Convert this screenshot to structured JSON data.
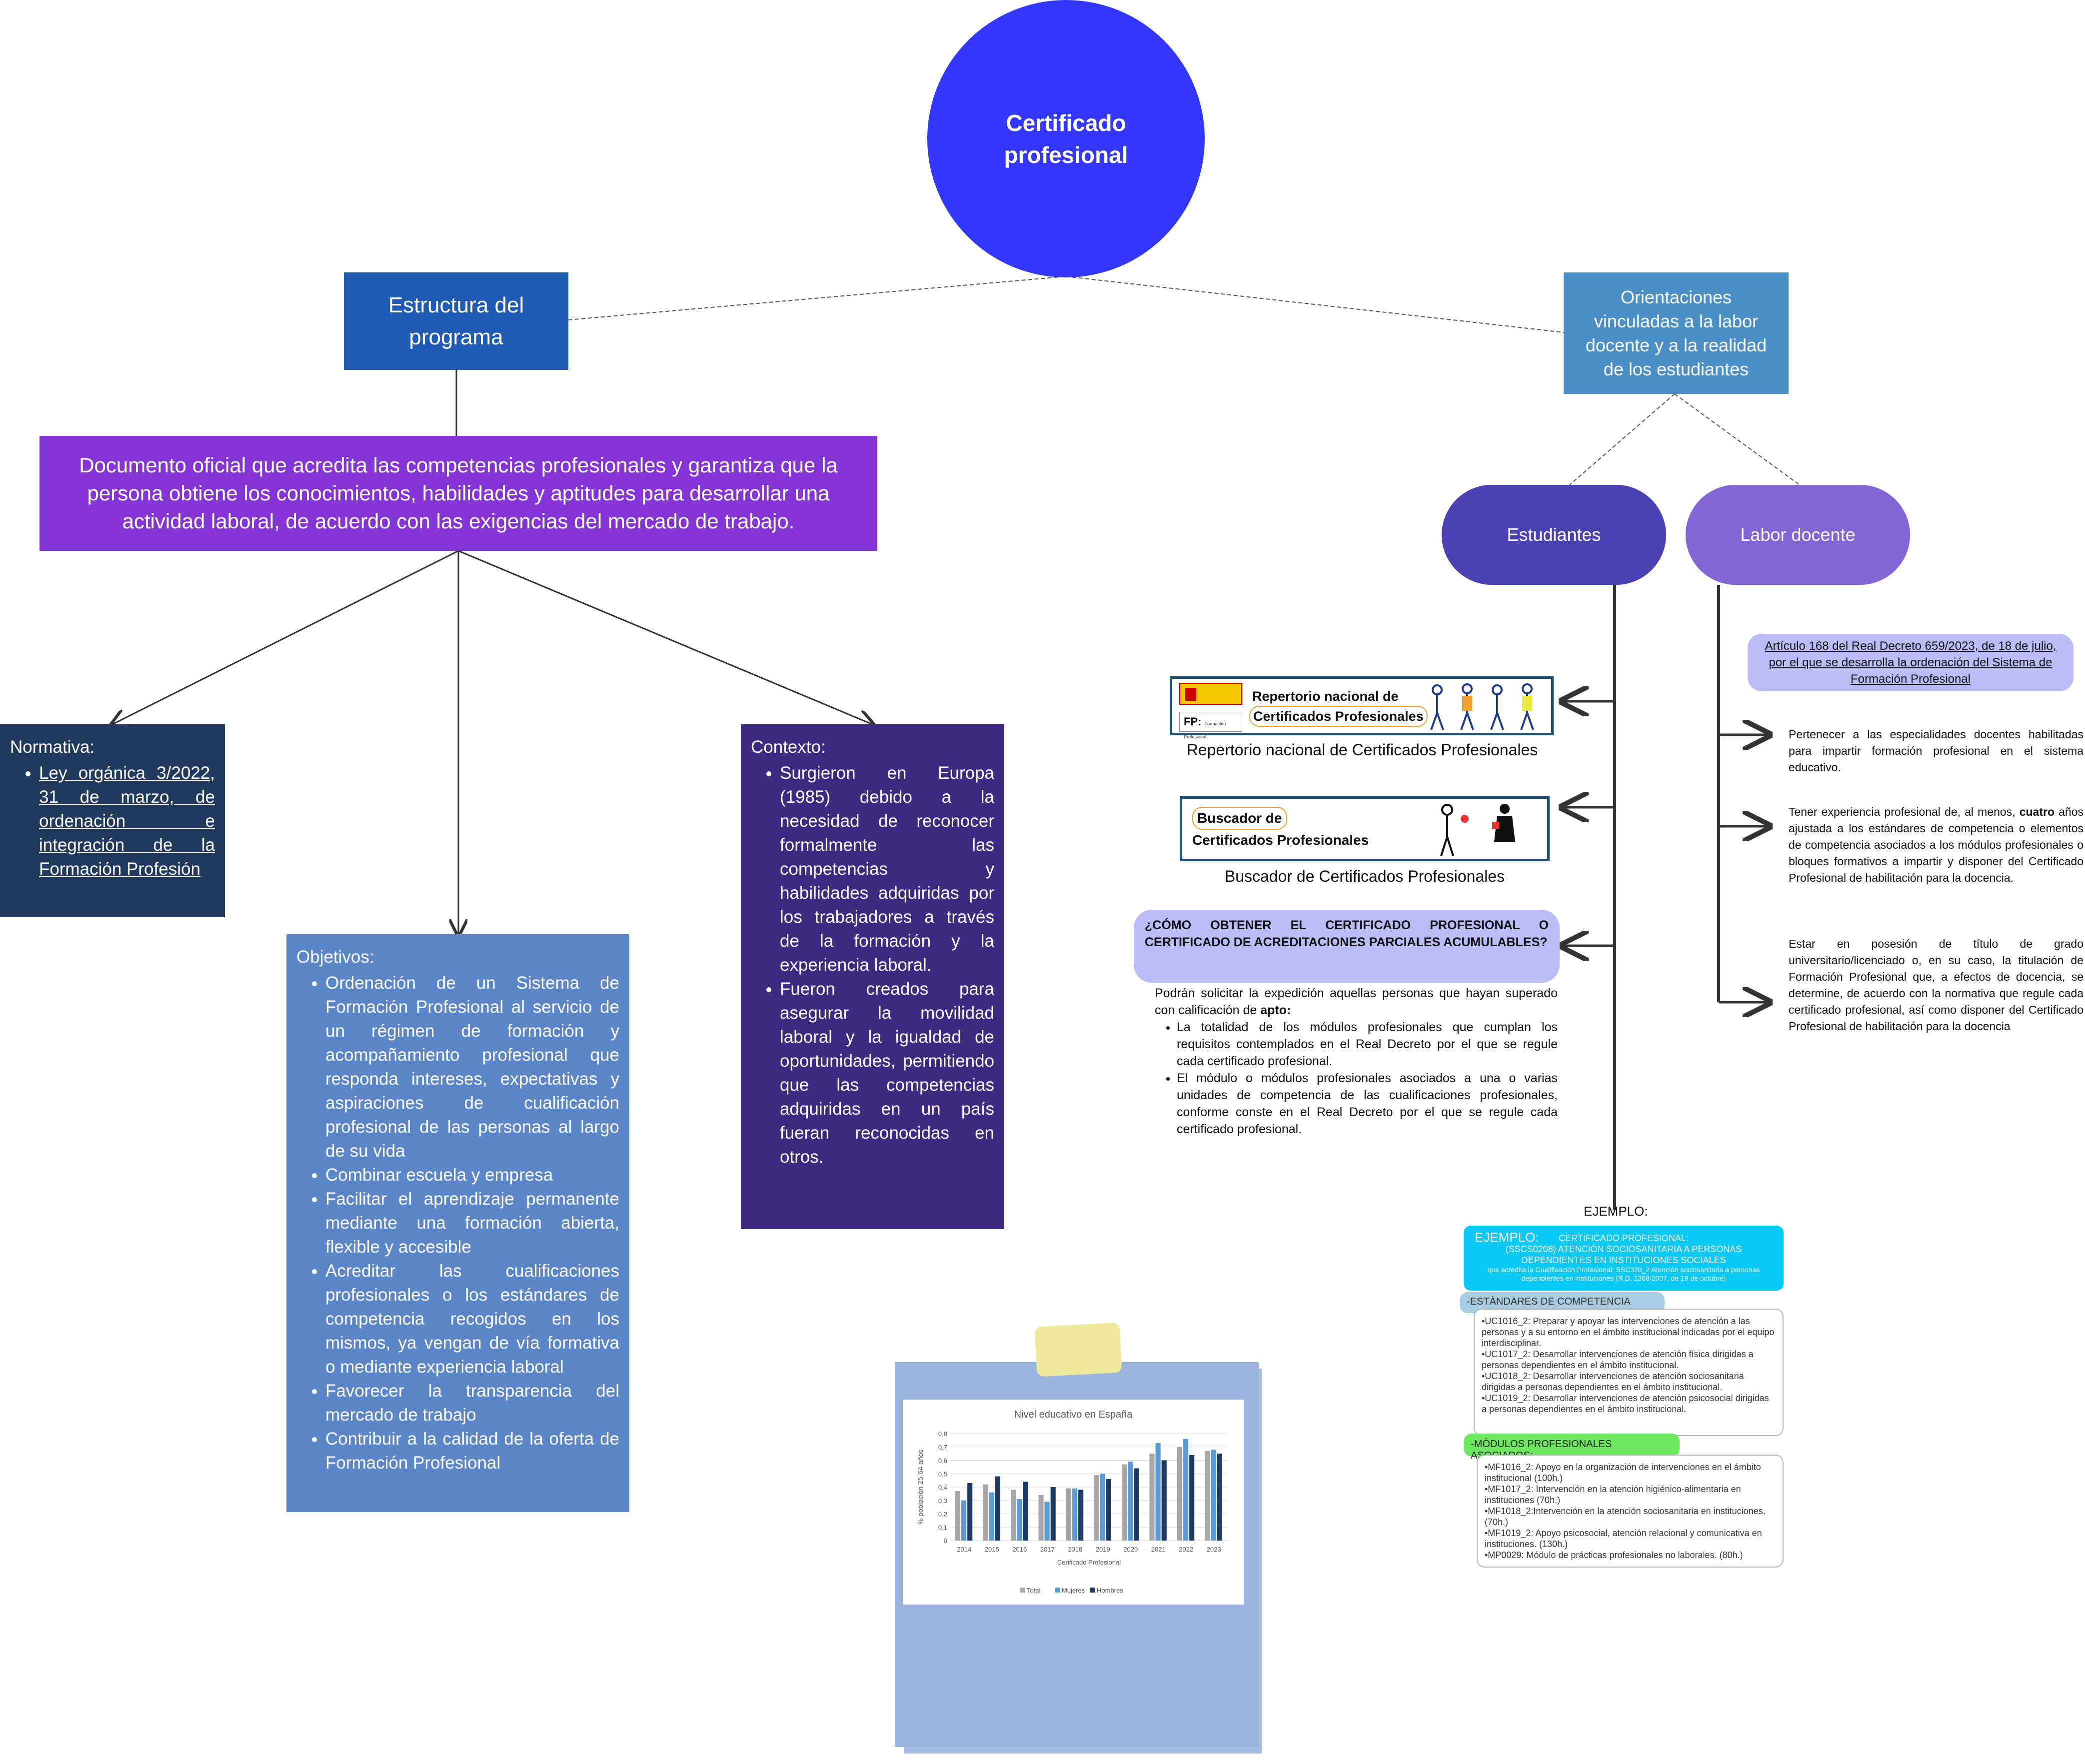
{
  "center": {
    "title": "Certificado profesional"
  },
  "estructura": {
    "label": "Estructura del programa"
  },
  "orientaciones": {
    "label": "Orientaciones vinculadas a la labor docente y a la realidad de los estudiantes"
  },
  "documento": {
    "text": "Documento oficial que acredita las competencias profesionales y garantiza que la persona obtiene los conocimientos, habilidades y aptitudes para desarrollar una actividad laboral, de acuerdo con las exigencias del mercado de trabajo."
  },
  "normativa": {
    "heading": "Normativa:",
    "items": [
      "Ley orgánica 3/2022, 31 de marzo, de ordenación e integración de la Formación Profesión"
    ]
  },
  "objetivos": {
    "heading": "Objetivos:",
    "items": [
      "Ordenación de un Sistema de Formación Profesional al servicio de un régimen de formación y acompañamiento profesional que responda intereses, expectativas y aspiraciones de cualificación profesional de las personas al largo de su vida",
      "Combinar escuela y empresa",
      "Facilitar el aprendizaje permanente mediante una formación abierta, flexible y accesible",
      "Acreditar las cualificaciones profesionales o los estándares de competencia recogidos en los mismos, ya vengan de vía formativa o mediante experiencia laboral",
      "Favorecer la transparencia del mercado de trabajo",
      "Contribuir a la calidad de la oferta de Formación Profesional"
    ]
  },
  "contexto": {
    "heading": "Contexto:",
    "items": [
      "Surgieron en Europa (1985) debido a la necesidad de reconocer formalmente las competencias y habilidades adquiridas por los trabajadores a través de la formación y la experiencia laboral.",
      "Fueron creados para asegurar la movilidad laboral y la igualdad de oportunidades, permitiendo que las competencias adquiridas en un país fueran reconocidas en otros."
    ]
  },
  "estudiantes": {
    "label": "Estudiantes"
  },
  "labor": {
    "label": "Labor docente"
  },
  "repertorio": {
    "banner_line1": "Repertorio nacional de",
    "banner_line2": "Certificados Profesionales",
    "fp": "FP:",
    "fp_small": "Formación Profesional",
    "caption": "Repertorio nacional de Certificados Profesionales"
  },
  "buscador": {
    "banner_line1": "Buscador de",
    "banner_line2": "Certificados Profesionales",
    "caption": "Buscador de Certificados Profesionales"
  },
  "pregunta": {
    "text": "¿CÓMO OBTENER EL CERTIFICADO PROFESIONAL O CERTIFICADO DE ACREDITACIONES PARCIALES ACUMULABLES?"
  },
  "respuesta": {
    "intro": "Podrán solicitar la expedición aquellas personas que hayan superado con calificación de ",
    "bold": "apto:",
    "items": [
      "La totalidad de los módulos profesionales que cumplan los requisitos contemplados en el Real Decreto por el que se regule cada certificado profesional.",
      "El módulo o módulos profesionales asociados a una o varias unidades de competencia de las cualificaciones profesionales, conforme conste en el Real Decreto por el que se regule cada certificado profesional."
    ]
  },
  "articulo": {
    "text": "Artículo 168 del Real Decreto 659/2023, de 18 de julio, por el que se desarrolla la ordenación del Sistema de Formación Profesional"
  },
  "requisitos": {
    "r1": "Pertenecer a las especialidades docentes habilitadas para impartir formación profesional en el sistema educativo.",
    "r2_a": "Tener experiencia profesional de, al menos, ",
    "r2_bold": "cuatro",
    "r2_b": " años ajustada a los estándares de competencia o elementos de competencia asociados a los módulos profesionales o bloques formativos a impartir y disponer del Certificado Profesional de habilitación para la docencia.",
    "r3": "Estar en posesión de título de grado universitario/licenciado o, en su caso, la titulación de Formación Profesional que, a efectos de docencia, se determine, de acuerdo con la normativa que regule cada certificado profesional, así como disponer del Certificado Profesional de habilitación para la docencia"
  },
  "ejemplo": {
    "top_label": "EJEMPLO:",
    "box_label": "EJEMPLO:",
    "title1": "CERTIFICADO PROFESIONAL:",
    "title2": "(SSCS0208) ATENCIÓN SOCIOSANITARIA A PERSONAS DEPENDIENTES EN INSTITUCIONES SOCIALES",
    "subtitle": "que acredita la Cualificación Profesional: SSC320_2 Atención sociosanitaria a personas dependientes en instituciones (R.D. 1368/2007, de 19 de octubre)",
    "estandares_label": "-ESTÁNDARES DE COMPETENCIA",
    "estandares": [
      "•UC1016_2: Preparar y apoyar las intervenciones de atención a las personas y a su entorno en el ámbito institucional indicadas por el equipo interdisciplinar.",
      "•UC1017_2: Desarrollar intervenciones de atención física dirigidas a personas dependientes en el ámbito institucional.",
      "•UC1018_2: Desarrollar intervenciones de atención sociosanitaria dirigidas a personas dependientes en el ámbito institucional.",
      "•UC1019_2: Desarrollar intervenciones de atención psicosocial dirigidas a personas dependientes en el ámbito institucional."
    ],
    "modulos_label": "-MÓDULOS PROFESIONALES ASOCIADOS:",
    "modulos": [
      "•MF1016_2: Apoyo en la organización de intervenciones en el ámbito institucional (100h.)",
      "•MF1017_2: Intervención en la atención higiénico-alimentaria en instituciones (70h.)",
      "•MF1018_2:Intervención en la atención sociosanitaria en instituciones. (70h.)",
      "•MF1019_2: Apoyo psicosocial, atención relacional y comunicativa en instituciones. (130h.)",
      "•MP0029: Módulo de prácticas profesionales no laborales. (80h.)"
    ]
  },
  "chart_data": {
    "type": "bar",
    "title": "Nivel educativo en España",
    "xlabel": "Cerificado Profesional",
    "ylabel": "% población 25-64 años",
    "ylim": [
      0,
      0.8
    ],
    "yticks": [
      "0",
      "0,1",
      "0,2",
      "0,3",
      "0,4",
      "0,5",
      "0,6",
      "0,7",
      "0,8"
    ],
    "legend_position": "bottom",
    "categories": [
      "2014",
      "2015",
      "2016",
      "2017",
      "2018",
      "2019",
      "2020",
      "2021",
      "2022",
      "2023"
    ],
    "series": [
      {
        "name": "Total",
        "color": "#a6a6a6",
        "values": [
          0.37,
          0.42,
          0.38,
          0.34,
          0.39,
          0.49,
          0.57,
          0.65,
          0.7,
          0.67
        ]
      },
      {
        "name": "Mujeres",
        "color": "#5b9bd5",
        "values": [
          0.3,
          0.36,
          0.31,
          0.29,
          0.39,
          0.5,
          0.59,
          0.73,
          0.76,
          0.68
        ]
      },
      {
        "name": "Hombres",
        "color": "#1f3864",
        "values": [
          0.43,
          0.48,
          0.44,
          0.4,
          0.38,
          0.46,
          0.54,
          0.6,
          0.64,
          0.65
        ]
      }
    ]
  },
  "colors": {
    "center": "#3337fb",
    "estructura": "#1f5bb5",
    "orientaciones": "#4a90c6",
    "documento": "#8535d6",
    "normativa": "#213a5e",
    "objetivos": "#5b87c8",
    "contexto": "#3e2a80",
    "estudiantes": "#4a41b3",
    "labor": "#8465d6"
  }
}
